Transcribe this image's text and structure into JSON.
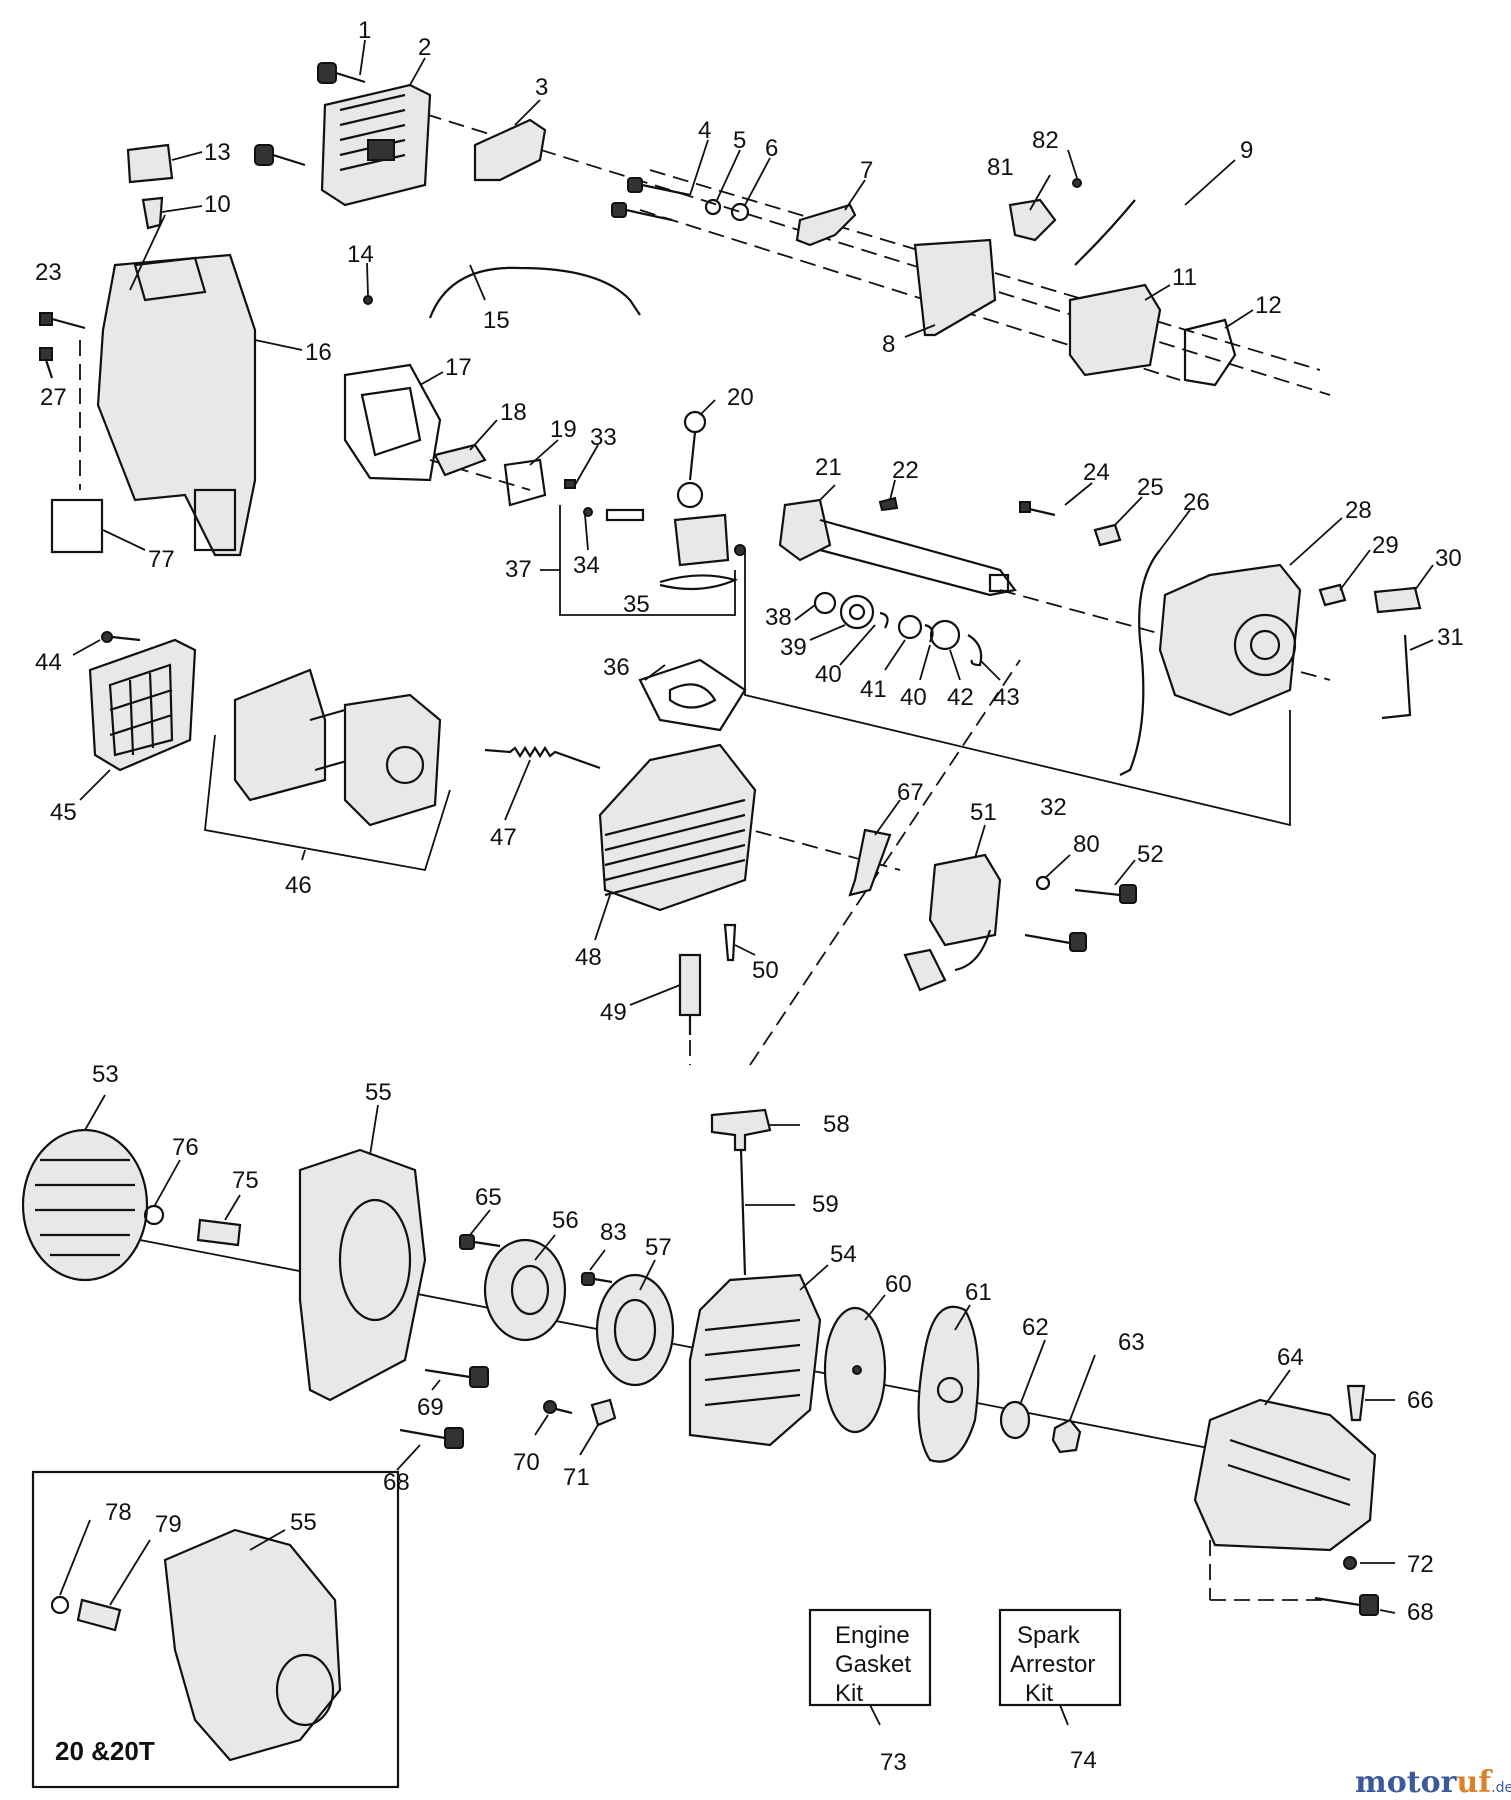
{
  "labels": {
    "p1": "1",
    "p2": "2",
    "p3": "3",
    "p4": "4",
    "p5": "5",
    "p6": "6",
    "p7": "7",
    "p8": "8",
    "p9": "9",
    "p10": "10",
    "p11": "11",
    "p12": "12",
    "p13": "13",
    "p14": "14",
    "p15": "15",
    "p16": "16",
    "p17": "17",
    "p18": "18",
    "p19": "19",
    "p20": "20",
    "p21": "21",
    "p22": "22",
    "p23": "23",
    "p24": "24",
    "p25": "25",
    "p26": "26",
    "p27": "27",
    "p28": "28",
    "p29": "29",
    "p30": "30",
    "p31": "31",
    "p32": "32",
    "p33": "33",
    "p34": "34",
    "p35": "35",
    "p36": "36",
    "p37": "37",
    "p38": "38",
    "p39": "39",
    "p40": "40",
    "p41": "41",
    "p42": "42",
    "p43": "43",
    "p44": "44",
    "p45": "45",
    "p46": "46",
    "p47": "47",
    "p48": "48",
    "p49": "49",
    "p50": "50",
    "p51": "51",
    "p52": "52",
    "p53": "53",
    "p54": "54",
    "p55": "55",
    "p56": "56",
    "p57": "57",
    "p58": "58",
    "p59": "59",
    "p60": "60",
    "p61": "61",
    "p62": "62",
    "p63": "63",
    "p64": "64",
    "p65": "65",
    "p66": "66",
    "p67": "67",
    "p68": "68",
    "p69": "69",
    "p70": "70",
    "p71": "71",
    "p72": "72",
    "p73": "73",
    "p74": "74",
    "p75": "75",
    "p76": "76",
    "p77": "77",
    "p78": "78",
    "p79": "79",
    "p80": "80",
    "p81": "81",
    "p82": "82",
    "p83": "83"
  },
  "kits": {
    "engine_gasket": {
      "line1": "Engine",
      "line2": "Gasket",
      "line3": "Kit"
    },
    "spark_arrestor": {
      "line1": "Spark",
      "line2": "Arrestor",
      "line3": "Kit"
    }
  },
  "inset": {
    "title": "20 &20T"
  },
  "watermark": {
    "part1": "motor",
    "part2": "uf",
    "suffix": ".de"
  },
  "colors": {
    "watermark_blue": "#3c5a99",
    "watermark_orange": "#d9822b"
  }
}
